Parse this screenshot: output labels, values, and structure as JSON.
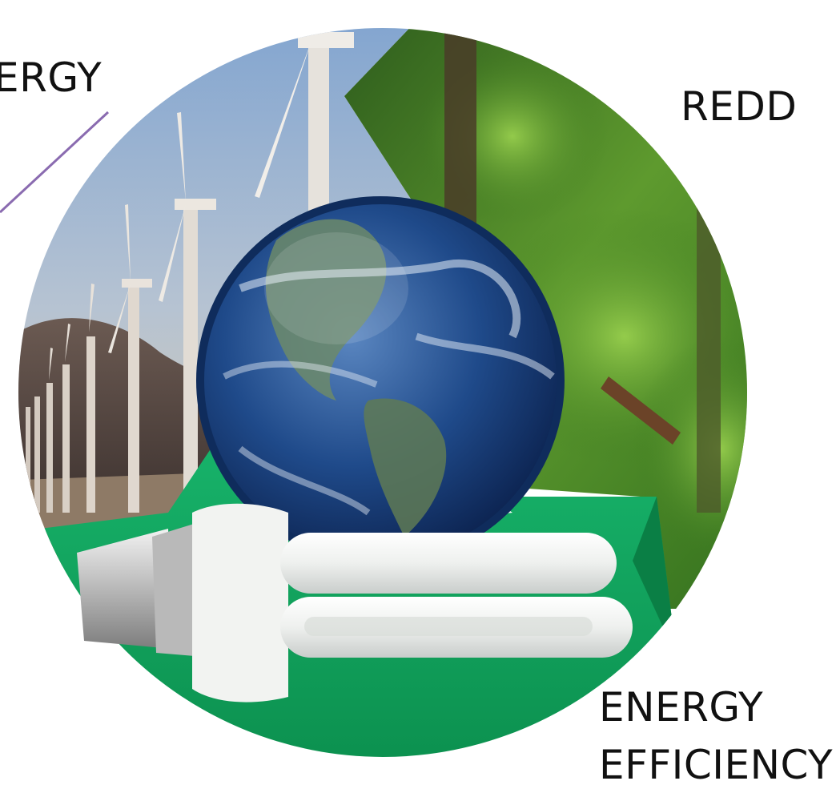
{
  "labels": {
    "renewable": "ERGY",
    "redd": "REDD",
    "efficiency_line1": "ENERGY",
    "efficiency_line2": "EFFICIENCY"
  },
  "colors": {
    "sky_top": "#8fb0d6",
    "sky_bottom": "#c9c8c0",
    "forest_light": "#6fa83b",
    "forest_dark": "#1f4a16",
    "arrow_green": "#12a65f",
    "globe_ocean": "#1a3c78",
    "globe_rim": "#0f2c5c",
    "connector_line": "#8a6bb0"
  },
  "segments": [
    {
      "name": "wind-turbines-segment",
      "theme": "renewable energy"
    },
    {
      "name": "forest-segment",
      "theme": "REDD"
    },
    {
      "name": "light-bulb-segment",
      "theme": "energy efficiency"
    }
  ]
}
